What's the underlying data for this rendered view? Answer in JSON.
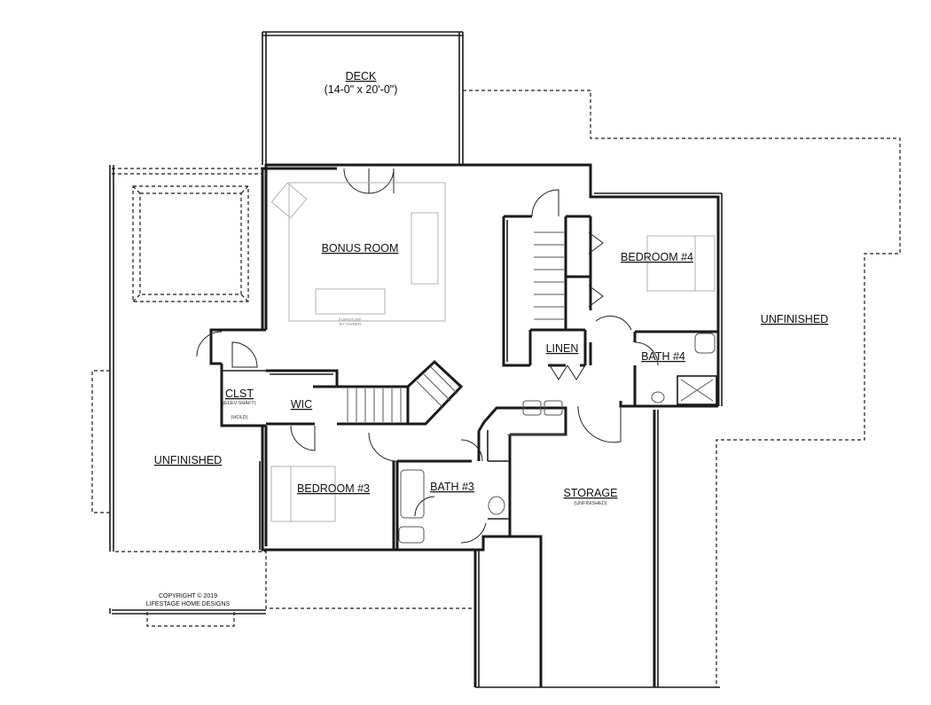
{
  "deck": {
    "name": "DECK",
    "size": "(14-0\" x 20'-0\")"
  },
  "rooms": {
    "bonus_room": "BONUS ROOM",
    "bedroom_4": "BEDROOM #4",
    "bedroom_3": "BEDROOM #3",
    "bath_4": "BATH #4",
    "bath_3": "BATH #3",
    "linen": "LINEN",
    "wic": "WIC",
    "clst": "CLST",
    "clst_note": "(ELEV SHAFT)",
    "clst_hold": "(HOLD)",
    "storage": "STORAGE",
    "storage_note": "(UNFINISHED)",
    "unfinished_left": "UNFINISHED",
    "unfinished_right": "UNFINISHED"
  },
  "furniture_note_line1": "FURNITURE",
  "furniture_note_line2": "BY OWNER",
  "copyright": {
    "line1": "COPYRIGHT © 2019",
    "line2": "LIFESTAGE HOME DESIGNS"
  }
}
